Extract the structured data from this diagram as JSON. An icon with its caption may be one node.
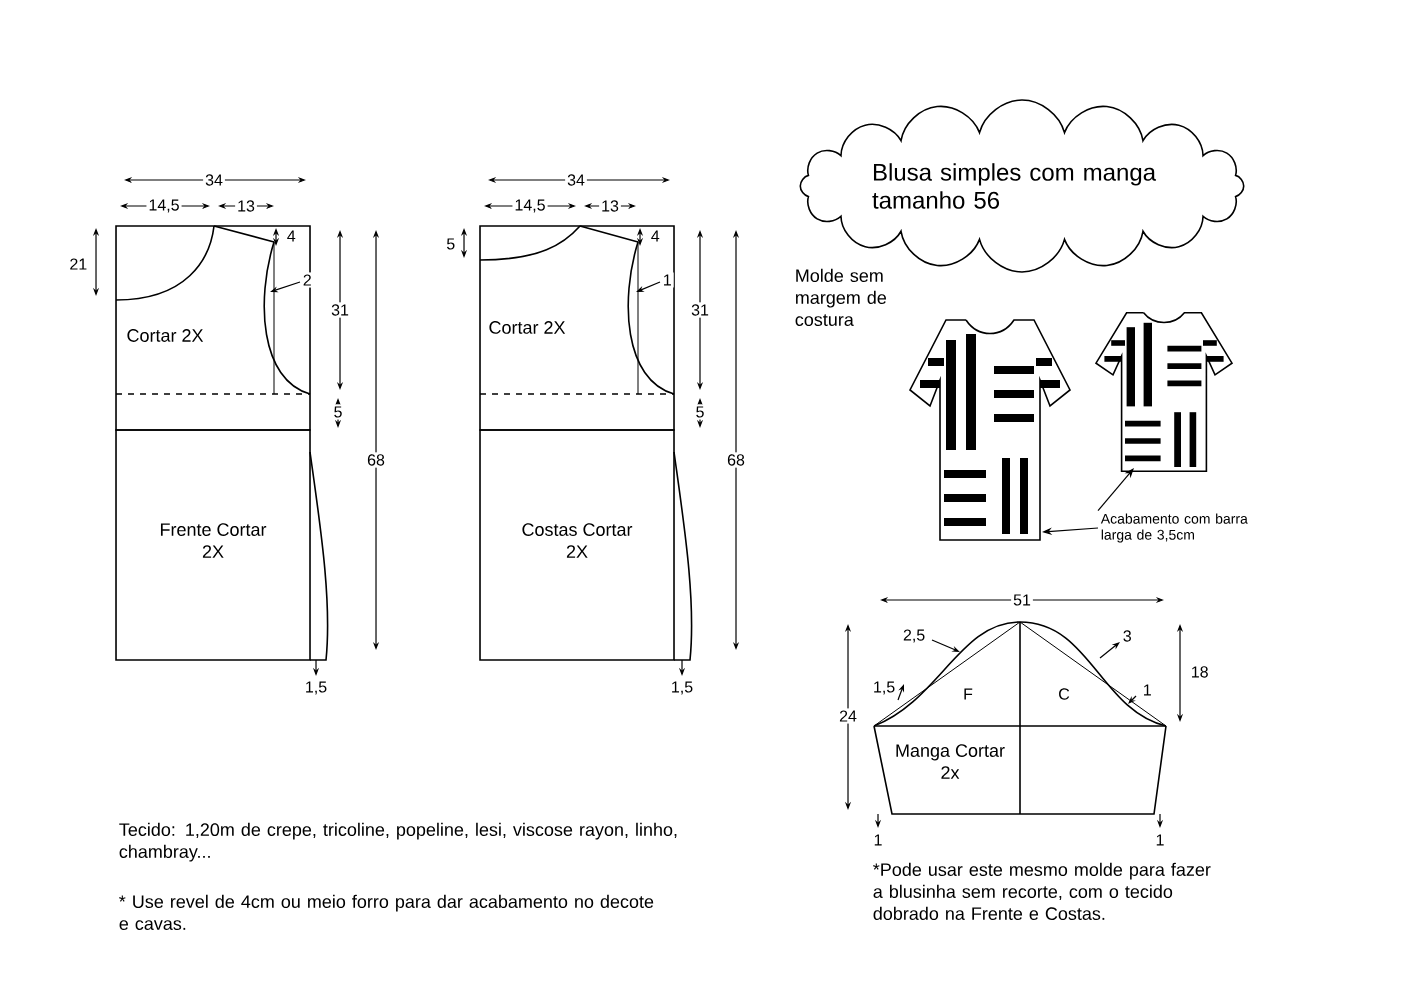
{
  "diagram": {
    "nodes": [
      {
        "text": [
          "Cortar 2X"
        ]
      },
      {
        "text": [
          "Frente Cortar 2X"
        ]
      },
      {
        "text": [
          "Cortar 2X"
        ]
      },
      {
        "text": [
          "Costas Cortar 2X"
        ]
      },
      {
        "text": [
          "Blusa simples com manga tamanho 56"
        ]
      },
      {
        "text": [],
        "shape": "picture"
      },
      {
        "text": [],
        "shape": "picture"
      },
      {
        "text": [
          "Acabamento com barra larga de 3,5cm"
        ]
      },
      {
        "text": [
          "Manga Cortar 2x"
        ]
      }
    ],
    "edges": [
      {
        "from": 7,
        "to": 5,
        "arrow": "to"
      },
      {
        "from": 7,
        "to": 6,
        "arrow": "to"
      }
    ],
    "labels": [
      "34",
      "14,5",
      "13",
      "21",
      "4",
      "2",
      "31",
      "5",
      "68",
      "1,5",
      "34",
      "14,5",
      "13",
      "5",
      "4",
      "1",
      "31",
      "5",
      "68",
      "1,5",
      "Molde sem margem de costura",
      "51",
      "2,5",
      "3",
      "1,5",
      "F",
      "C",
      "1",
      "18",
      "24",
      "1",
      "1",
      "Tecido: 1,20m de crepe, tricoline, popeline, lesi, viscose rayon, linho, chambray...",
      "* Use revel de 4cm ou meio forro para dar acabamento no decote e cavas.",
      "*Pode usar este mesmo molde para fazer a blusinha sem recorte, com o tecido dobrado na Frente e Costas."
    ]
  }
}
